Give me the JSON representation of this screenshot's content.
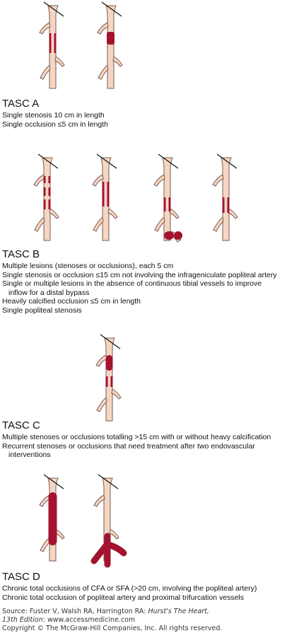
{
  "colors": {
    "vessel_fill": "#f5d6c3",
    "vessel_stroke": "#7a5a50",
    "lesion": "#a3122f",
    "line": "#111111"
  },
  "sections": [
    {
      "title": "TASC A",
      "lines": [
        "Single stenosis 10 cm in length",
        "Single occlusion ≤5 cm in length"
      ]
    },
    {
      "title": "TASC B",
      "lines": [
        "Multiple lesions (stenoses or occlusions), each 5 cm",
        "Single stenosis or occlusion ≤15 cm not involving the infrageniculate popliteal artery",
        "Single or multiple lesions in the absence of continuous tibial vessels to improve",
        "inflow for a distal bypass",
        "Heavily calcified occlusion ≤5 cm in length",
        "Single popliteal stenosis"
      ]
    },
    {
      "title": "TASC C",
      "lines": [
        "Multiple stenoses or occlusions totalling >15 cm with or without heavy calcification",
        "Recurrent stenoses or occlusions that need treatment after two endovascular",
        "interventions"
      ]
    },
    {
      "title": "TASC D",
      "lines": [
        "Chronic total occlusions of CFA or SFA (>20 cm, involving the popliteal artery)",
        "Chronic total occlusion of popliteal artery and proximal trifurcation vessels"
      ]
    }
  ],
  "footer": {
    "source_prefix": "Source: Fuster V, Walsh RA, Harrington RA: ",
    "source_title": "Hurst's The Heart,",
    "source_edition": "13th Edition",
    "source_url": ": www.accessmedicine.com",
    "copyright": "Copyright © The McGraw-Hill Companies, Inc. All rights reserved."
  }
}
